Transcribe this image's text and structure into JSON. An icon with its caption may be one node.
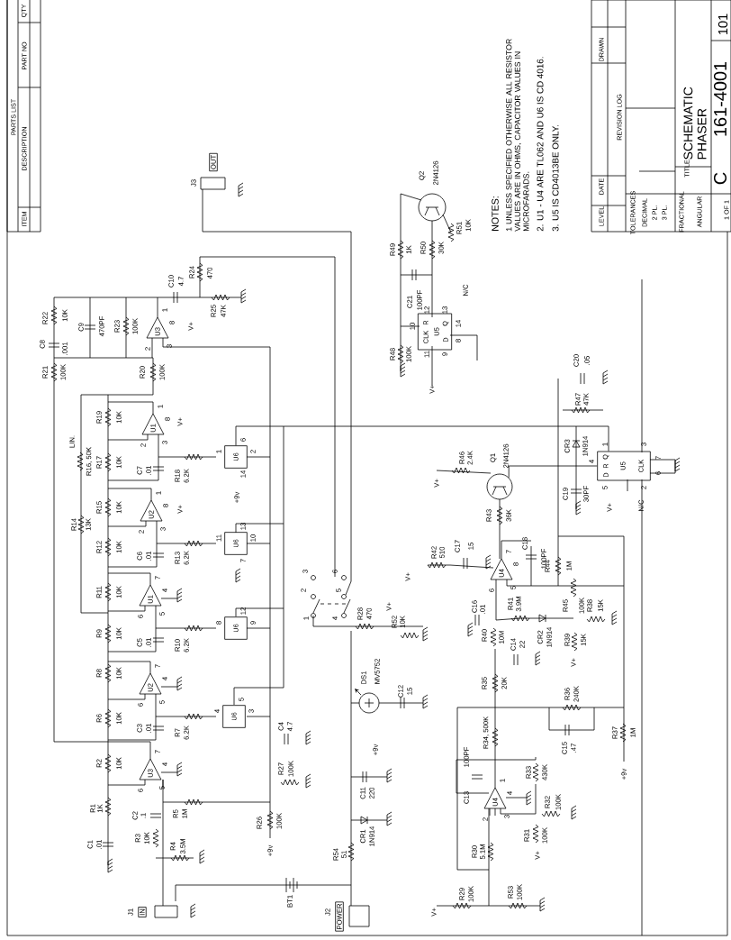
{
  "diagram": {
    "title": "SCHEMATIC PHASER",
    "nodes": [
      {
        "text": [
          "OUT"
        ],
        "beside": [
          "J3"
        ]
      },
      {
        "text": [
          "U3"
        ],
        "beside": [
          "1",
          "8",
          "2",
          "3"
        ]
      },
      {
        "text": [
          "U1"
        ],
        "beside": [
          "1",
          "8",
          "2",
          "3"
        ]
      },
      {
        "text": [
          "U6"
        ],
        "beside": [
          "6",
          "1",
          "2",
          "14"
        ]
      },
      {
        "text": [
          "U2"
        ],
        "beside": [
          "1",
          "8",
          "2",
          "3"
        ]
      },
      {
        "text": [
          "U6"
        ],
        "beside": [
          "13",
          "11",
          "10",
          "7"
        ]
      },
      {
        "text": [
          "U1"
        ],
        "beside": [
          "7",
          "4",
          "6",
          "5"
        ]
      },
      {
        "text": [
          "U6"
        ],
        "beside": [
          "12",
          "8",
          "9"
        ]
      },
      {
        "text": [
          "U2"
        ],
        "beside": [
          "7",
          "4",
          "6",
          "5"
        ]
      },
      {
        "text": [
          "U6"
        ],
        "beside": [
          "5",
          "4",
          "3"
        ]
      },
      {
        "text": [
          "U3"
        ],
        "beside": [
          "7",
          "4",
          "6",
          "5"
        ]
      },
      {
        "text": [
          "IN"
        ],
        "beside": [
          "J1"
        ]
      },
      {
        "text": [
          "POWER"
        ],
        "beside": [
          "J2"
        ]
      },
      {
        "text": [],
        "shape": "circle",
        "beside": [
          "Q2",
          "2N4126"
        ]
      },
      {
        "text": [
          "U5",
          "R",
          "CLK",
          "Q",
          "D"
        ],
        "beside": [
          "10",
          "11",
          "12",
          "13",
          "9",
          "8",
          "14"
        ]
      },
      {
        "text": [],
        "shape": "circle",
        "beside": [
          "Q1",
          "2N4126"
        ]
      },
      {
        "text": [
          "U5",
          "Q",
          "R",
          "D",
          "CLK"
        ],
        "beside": [
          "1",
          "4",
          "5",
          "2",
          "3",
          "7",
          "6"
        ]
      },
      {
        "text": [
          "U4"
        ],
        "beside": [
          "7",
          "8",
          "6",
          "5"
        ]
      },
      {
        "text": [],
        "shape": "circle",
        "beside": [
          "DS1",
          "MV5752"
        ]
      },
      {
        "text": [
          "U4"
        ],
        "beside": [
          "1",
          "4",
          "2",
          "3"
        ]
      }
    ],
    "edges": [
      {
        "from": 3,
        "to": 16,
        "arrow": "none"
      },
      {
        "from": 15,
        "to": 16,
        "arrow": "none"
      }
    ],
    "labels": [
      "PARTS LIST",
      "ITEM",
      "DESCRIPTION",
      "PART NO",
      "QTY",
      "R22",
      "10K",
      "C8",
      ".001",
      "C9",
      "470PF",
      "R23",
      "100K",
      "V+",
      "C10",
      "4.7",
      "R24",
      "470",
      "R25",
      "47K",
      "R21",
      "100K",
      "R20",
      "100K",
      "R19",
      "10K",
      "V+",
      "LIN.",
      "R16, 50K",
      "R17",
      "10K",
      "C7",
      ".01",
      "R18",
      "6.2K",
      "+9v",
      "R15",
      "10K",
      "V+",
      "R14",
      "13K",
      "R12",
      "10K",
      "C6",
      ".01",
      "R13",
      "6.2K",
      "R11",
      "10K",
      "3",
      "6",
      "2",
      "5",
      "1",
      "4",
      "R28",
      "470",
      "V+",
      "R52",
      "10K",
      "R9",
      "10K",
      "C5",
      ".01",
      "R10",
      "6.2K",
      "R8",
      "10K",
      "R6",
      "10K",
      "C3",
      ".01",
      "R7",
      "6.2K",
      "C4",
      "4.7",
      "R2",
      "10K",
      "R27",
      "100K",
      "R1",
      "1K",
      "C2",
      ".1",
      "R5",
      "1M",
      "R26",
      "100K",
      "+9v",
      "C1",
      ".01",
      "R3",
      "10K",
      "R4",
      "3.5M",
      "BT1",
      "R54",
      "51",
      "CR1",
      "1N914",
      "C11",
      "220",
      "+9v",
      "C12",
      "15",
      "R49",
      "1K",
      "R50",
      "30K",
      "R51",
      "10K",
      "C21",
      "100PF",
      "R48",
      "100K",
      "V+",
      "N/C",
      "R46",
      "2.4K",
      "V+",
      "R43",
      "36K",
      "R42",
      "510",
      "V+",
      "C17",
      "15",
      "C18",
      "100PF",
      "R44",
      "1M",
      "CR3",
      "1N914",
      "C19",
      "30PF",
      "R47",
      "47K",
      "C20",
      ".05",
      "V+",
      "N/C",
      "C16",
      ".01",
      "R41",
      "3.9M",
      "R45",
      "100K",
      "R38",
      "15K",
      "R40",
      "10M",
      "CR2",
      "1N914",
      "R39",
      "15K",
      "V+",
      "C14",
      "22",
      "R35",
      "20K",
      "R36",
      "240K",
      "C15",
      ".47",
      "R37",
      "1M",
      "+9v",
      "R34, 500K",
      "C13",
      "100PF",
      "R33",
      "430K",
      "R32",
      "100K",
      "R31",
      "100K",
      "V+",
      "R30",
      "5.1M",
      "R29",
      "100K",
      "V+",
      "R53",
      "100K",
      "NOTES:",
      "1 UNLESS SPECIFIED OTHERWISE ALL RESISTOR VALUES ARE IN OHMS, CAPACITOR VALUES IN MICROFARADS.",
      "2. U1 - U4 ARE TL062 AND U6 IS CD 4016.",
      "3. U5 IS CD4013BE ONLY.",
      "LEVEL",
      "DATE",
      "REVISION LOG",
      "DRAWN",
      "TOLERANCES",
      "DECIMAL",
      "2 PL.",
      "3 PL.",
      "FRACTIONAL",
      "ANGULAR",
      "TITLE:",
      "C",
      "161-4001",
      "101",
      "1 OF 1"
    ]
  }
}
